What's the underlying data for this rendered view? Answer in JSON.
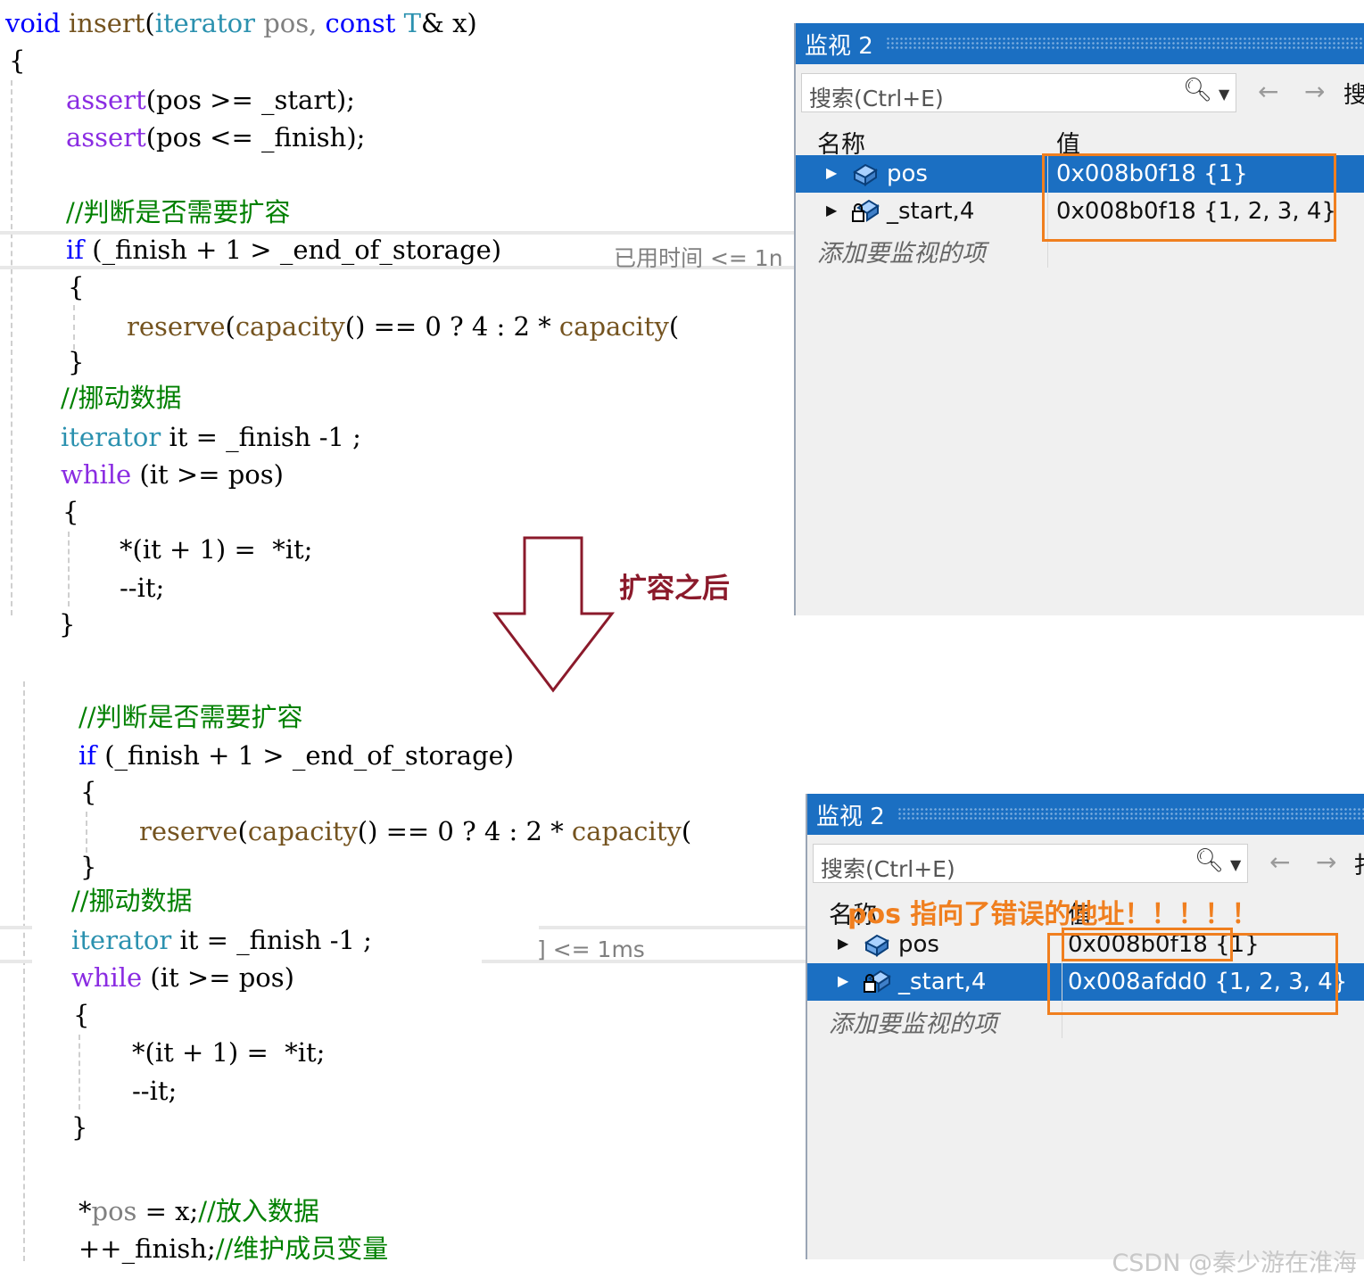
{
  "top_code": {
    "signature": {
      "kw_void": "void",
      "fn_insert": "insert",
      "paren_open": "(",
      "ty_iterator": "iterator",
      "p_pos": " pos, ",
      "kw_const": "const",
      "ty_T": " T",
      "amp_x": "& x)"
    },
    "brace_open": "{",
    "assert1": {
      "fn": "assert",
      "rest": "(pos >= _start);"
    },
    "assert2": {
      "fn": "assert",
      "rest": "(pos <= _finish);"
    },
    "comment_expand": "//判断是否需要扩容",
    "if_line": {
      "kw": "if",
      "rest": " (_finish + 1 > _end_of_storage)"
    },
    "elapsed_hint": "已用时间 <= 1n",
    "inner_brace_open": "{",
    "reserve_line": {
      "fn": "reserve",
      "p1": "(",
      "fn2": "capacity",
      "p2": "() == 0 ? 4 : 2 * ",
      "fn3": "capacity",
      "p3": "("
    },
    "inner_brace_close": "}",
    "comment_move": "//挪动数据",
    "iter_line": {
      "ty": "iterator",
      "rest": " it = _finish -1 ;"
    },
    "while_line": {
      "kw": "while",
      "rest": " (it >= pos)"
    },
    "loop_brace_open": "{",
    "assign_line": "*(it + 1) =  *it;",
    "dec_line": "--it;",
    "loop_brace_close": "}"
  },
  "arrow_label": "扩容之后",
  "bottom_code": {
    "comment_expand": "//判断是否需要扩容",
    "if_line": {
      "kw": "if",
      "rest": " (_finish + 1 > _end_of_storage)"
    },
    "inner_brace_open": "{",
    "reserve_line": {
      "fn": "reserve",
      "p1": "(",
      "fn2": "capacity",
      "p2": "() == 0 ? 4 : 2 * ",
      "fn3": "capacity",
      "p3": "("
    },
    "inner_brace_close": "}",
    "comment_move": "//挪动数据",
    "iter_line": {
      "ty": "iterator",
      "rest": " it = _finish -1 ;"
    },
    "elapsed_hint": "] <= 1ms",
    "while_line": {
      "kw": "while",
      "rest": " (it >= pos)"
    },
    "loop_brace_open": "{",
    "assign_line": "*(it + 1) =  *it;",
    "dec_line": "--it;",
    "loop_brace_close": "}",
    "store_line": {
      "star": "*",
      "var": "pos",
      "rest": " = x;",
      "comment": "//放入数据"
    },
    "inc_line": {
      "rest": "++_finish;",
      "comment": "//维护成员变量"
    }
  },
  "watch_top": {
    "title": "监视 2",
    "search_placeholder": "搜索(Ctrl+E)",
    "search_truncated": "搜",
    "col_name": "名称",
    "col_value": "值",
    "rows": [
      {
        "name": "pos",
        "value": "0x008b0f18 {1}",
        "selected": true
      },
      {
        "name": "_start,4",
        "value": "0x008b0f18 {1, 2, 3, 4}",
        "selected": false
      }
    ],
    "add_item": "添加要监视的项"
  },
  "watch_bottom": {
    "title": "监视 2",
    "search_placeholder": "搜索(Ctrl+E)",
    "search_truncated": "扌",
    "col_name": "名称",
    "col_value": "值",
    "rows": [
      {
        "name": "pos",
        "value": "0x008b0f18 {1}",
        "selected": false
      },
      {
        "name": "_start,4",
        "value": "0x008afdd0 {1, 2, 3, 4}",
        "selected": true
      }
    ],
    "add_item": "添加要监视的项"
  },
  "annotation_wrong": "pos 指向了错误的地址！！！！！",
  "watermark": "CSDN @秦少游在淮海",
  "colors": {
    "accent": "#1b6fc2",
    "highlight": "#f07f1f",
    "arrow": "#8b1a2b"
  }
}
